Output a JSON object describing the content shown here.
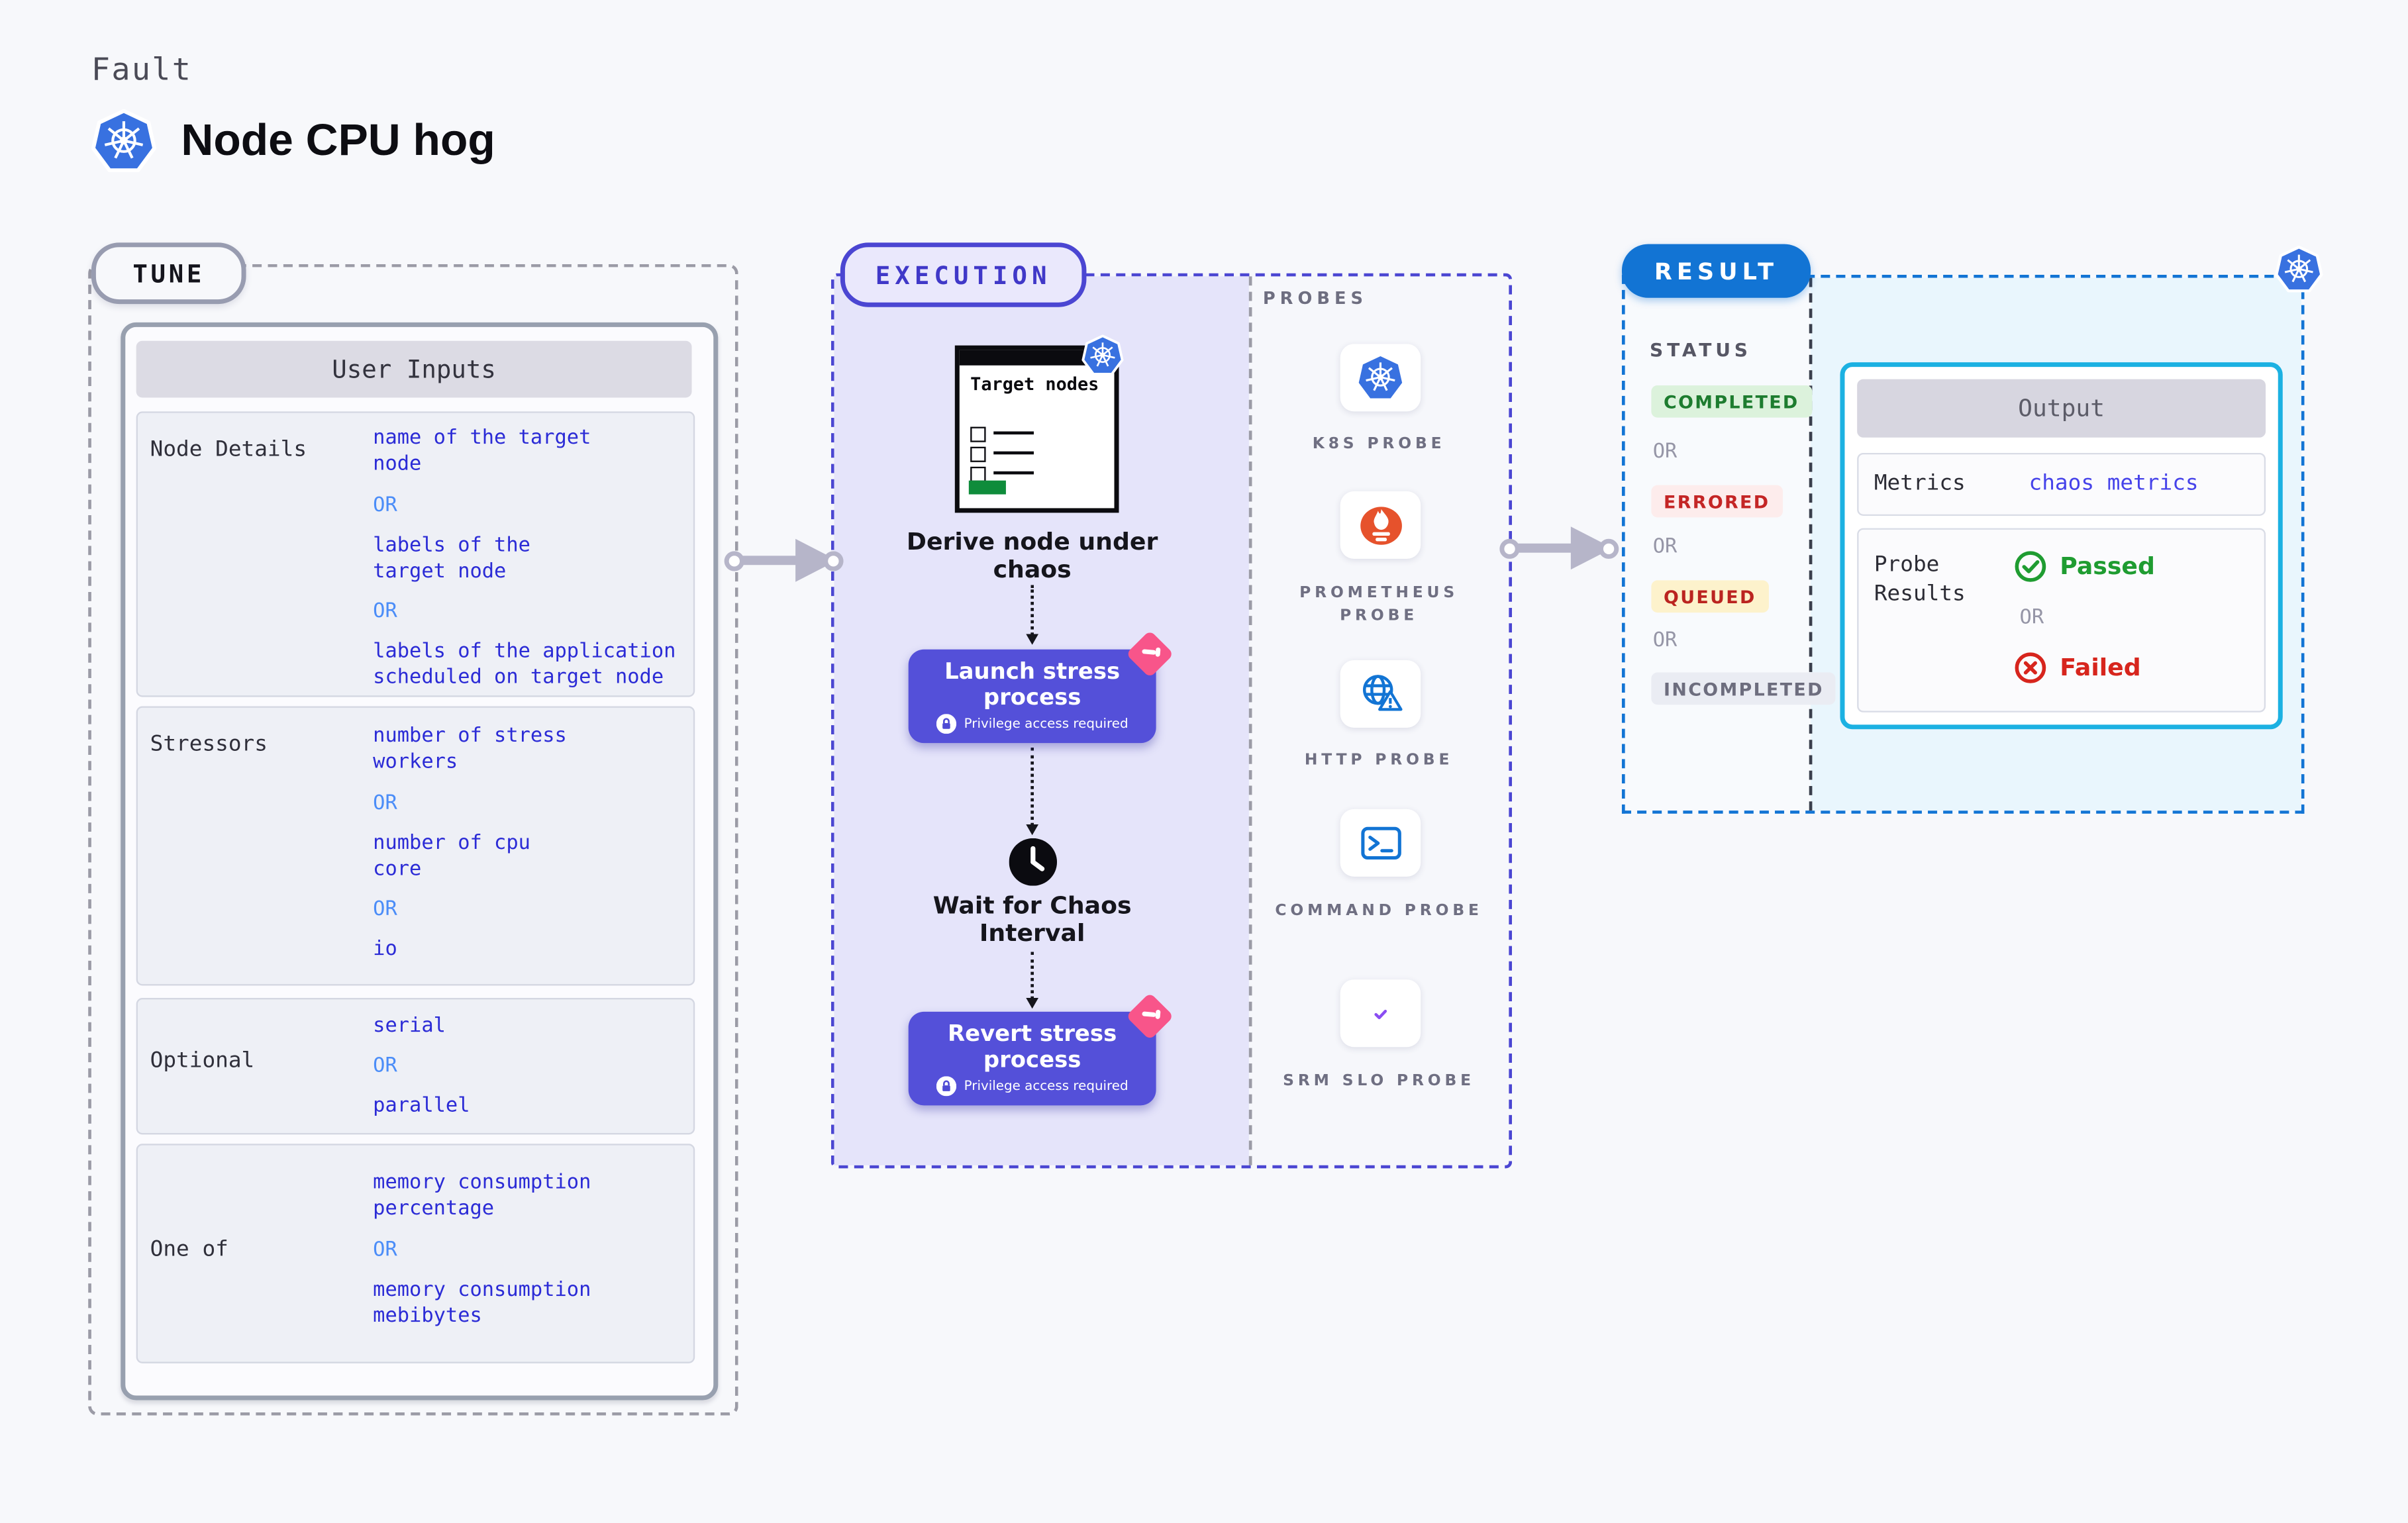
{
  "header": {
    "kicker": "Fault",
    "title": "Node CPU hog",
    "icon": "kubernetes-icon"
  },
  "colors": {
    "page_bg": "#f7f8fb",
    "tune_dash": "#9b9ba6",
    "execution_accent": "#4b46d2",
    "execution_fill": "#e5e4fa",
    "step_button": "#5450d9",
    "step_corner_pink": "#f8558a",
    "result_accent": "#1274d4",
    "result_fill": "#e9f6fd",
    "output_border": "#1cb1e2",
    "value_blue": "#2b2bd6",
    "or_blue": "#4b8df8",
    "passed_green": "#1f9c31",
    "failed_red": "#d7251d",
    "kubernetes_blue": "#3871e0",
    "prometheus_orange": "#e6522c",
    "completed_fg": "#1d7c2f",
    "completed_bg": "#dcf2dc",
    "errored_fg": "#c42525",
    "errored_bg": "#fdecec",
    "queued_fg": "#bb2420",
    "queued_bg": "#fdf2cc",
    "incompleted_fg": "#6d6d7e",
    "incompleted_bg": "#eaecf3"
  },
  "tune": {
    "badge": "TUNE",
    "table_title": "User Inputs",
    "rows": [
      {
        "label": "Node Details",
        "values": [
          "name of the target\nnode",
          "OR",
          "labels of the\ntarget node",
          "OR",
          "labels of the application\nscheduled on target node"
        ]
      },
      {
        "label": "Stressors",
        "values": [
          "number of stress\nworkers",
          "OR",
          "number of cpu\ncore",
          "OR",
          "io"
        ]
      },
      {
        "label": "Optional",
        "values": [
          "serial",
          "OR",
          "parallel"
        ]
      },
      {
        "label": "One of",
        "values": [
          "memory consumption\npercentage",
          "OR",
          "memory consumption\nmebibytes"
        ]
      }
    ]
  },
  "execution": {
    "badge": "EXECUTION",
    "target_card": {
      "title": "Target nodes"
    },
    "derive_label": "Derive node under chaos",
    "launch_step": {
      "title": "Launch stress process",
      "subtitle": "Privilege access required"
    },
    "wait_label": "Wait for Chaos Interval",
    "revert_step": {
      "title": "Revert stress process",
      "subtitle": "Privilege access required"
    },
    "probes": {
      "heading": "PROBES",
      "items": [
        {
          "label": "K8S PROBE",
          "icon": "kubernetes-icon"
        },
        {
          "label": "PROMETHEUS PROBE",
          "icon": "prometheus-icon"
        },
        {
          "label": "HTTP PROBE",
          "icon": "http-globe-icon"
        },
        {
          "label": "COMMAND PROBE",
          "icon": "command-terminal-icon"
        },
        {
          "label": "SRM SLO PROBE",
          "icon": "srm-slo-icon"
        }
      ]
    }
  },
  "result": {
    "badge": "RESULT",
    "status_heading": "STATUS",
    "statuses": [
      {
        "label": "COMPLETED",
        "type": "badge",
        "fg": "#1d7c2f",
        "bg": "#dcf2dc"
      },
      {
        "label": "OR",
        "type": "or"
      },
      {
        "label": "ERRORED",
        "type": "badge",
        "fg": "#c42525",
        "bg": "#fdecec"
      },
      {
        "label": "OR",
        "type": "or"
      },
      {
        "label": "QUEUED",
        "type": "badge",
        "fg": "#bb2420",
        "bg": "#fdf2cc"
      },
      {
        "label": "OR",
        "type": "or"
      },
      {
        "label": "INCOMPLETED",
        "type": "badge",
        "fg": "#6d6d7e",
        "bg": "#eaecf3"
      }
    ],
    "output": {
      "title": "Output",
      "metrics_label": "Metrics",
      "metrics_value": "chaos metrics",
      "probe_results_label": "Probe Results",
      "passed_label": "Passed",
      "or_label": "OR",
      "failed_label": "Failed"
    }
  }
}
